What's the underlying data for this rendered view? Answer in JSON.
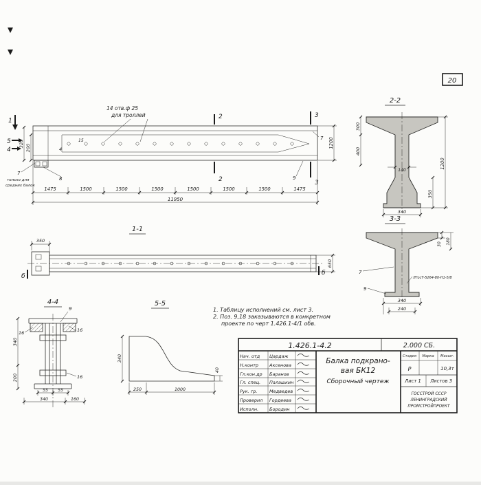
{
  "sheet": {
    "number": "20"
  },
  "elevation": {
    "hole_note_line1": "14 отв.ф 25",
    "hole_note_line2": "для троллей",
    "side_note_line1": "только для",
    "side_note_line2": "средних балок",
    "marker1": "1",
    "marker2": "2",
    "marker3": "3",
    "marker4": "4",
    "marker5": "5",
    "pos4": "4",
    "pos7": "7",
    "pos7b": "7",
    "pos8": "8",
    "pos9": "9",
    "dim_320": "320",
    "dim_200": "200",
    "dim_15": "15",
    "dim_1200": "1200",
    "segments": [
      "1475",
      "1500",
      "1500",
      "1500",
      "1500",
      "1500",
      "1500",
      "1475"
    ],
    "total": "11950"
  },
  "section22": {
    "title": "2-2",
    "dim_300": "300",
    "dim_400": "400",
    "dim_140": "140",
    "dim_1200": "1200",
    "dim_350": "350",
    "dim_340": "340"
  },
  "section33": {
    "title": "3-3",
    "dim_30": "30",
    "dim_180": "180",
    "dim_340": "340",
    "dim_240": "240",
    "pos7": "7",
    "pos9": "9",
    "weld_note": "ЛГосТ-5264-80-Н1-5/8"
  },
  "section11": {
    "title": "1-1",
    "dim_350": "350",
    "dim_650": "650",
    "marker_left": "б",
    "marker_right": "б"
  },
  "section44": {
    "title": "4-4",
    "pos9": "9",
    "pos16a": "16",
    "pos16b": "16",
    "pos16c": "16",
    "dim_340_left": "340",
    "dim_200": "200",
    "dim_55a": "55",
    "dim_55b": "55",
    "dim_340_bottom": "340",
    "dim_160": "160"
  },
  "section55": {
    "title": "5-5",
    "dim_340": "340",
    "dim_250": "250",
    "dim_1000": "1000",
    "dim_40": "40"
  },
  "notes": {
    "line1": "1. Таблицу исполнений см. лист 3.",
    "line2": "2. Поз. 9,18 заказываются в конкретном",
    "line3": "проекте по черт 1.426.1-4/1 обв."
  },
  "titleblock": {
    "doc_number": "1.426.1-4.2",
    "doc_code": "2.000 СБ.",
    "title_line1": "Балка подкрано-",
    "title_line2": "вая  БК12",
    "title_line3": "Сборочный  чертеж",
    "staff": [
      {
        "role": "Нач. отд",
        "name": "Цардаж"
      },
      {
        "role": "Н.контр",
        "name": "Аксенова"
      },
      {
        "role": "Гл.кон.др",
        "name": "Баранов"
      },
      {
        "role": "Гл. спец.",
        "name": "Палашкин"
      },
      {
        "role": "Рук. гр.",
        "name": "Медведев"
      },
      {
        "role": "Проверил",
        "name": "Гордеева"
      },
      {
        "role": "Исполн.",
        "name": "Бородин"
      }
    ],
    "col_stage": "Стадия",
    "col_mark": "Марка",
    "col_scale": "Масшт.",
    "stage_value": "Р",
    "mass_value": "10,3т",
    "sheet_label": "Лист 1",
    "sheets_label": "Листов 3",
    "org_line1": "ГОССТРОЙ СССР",
    "org_line2": "ЛЕНИНГРАДСКИЙ",
    "org_line3": "ПРОМСТРОЙПРОЕКТ"
  }
}
